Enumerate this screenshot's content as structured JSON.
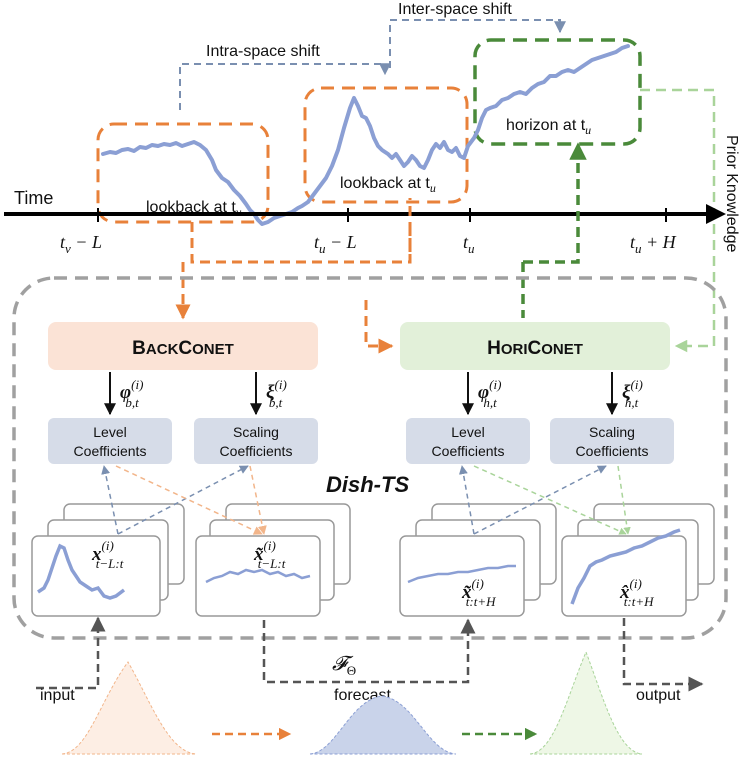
{
  "labels": {
    "time": "Time",
    "inter_shift": "Inter-space shift",
    "intra_shift": "Intra-space shift",
    "lookback_v": "lookback at t",
    "lookback_v_sub": "v",
    "lookback_u": "lookback at t",
    "lookback_u_sub": "u",
    "horizon": "horizon at t",
    "horizon_sub": "u",
    "prior": "Prior Knowledge",
    "dish": "Dish-TS",
    "input": "input",
    "forecast": "forecast",
    "output": "output",
    "f_theta": "𝓕",
    "f_theta_sub": "Θ"
  },
  "ticks": [
    {
      "main": "t",
      "sub": "v",
      "rest": " − L"
    },
    {
      "main": "t",
      "sub": "u",
      "rest": " − L"
    },
    {
      "main": "t",
      "sub": "u",
      "rest": ""
    },
    {
      "main": "t",
      "sub": "u",
      "rest": " + H"
    }
  ],
  "modules": {
    "back": {
      "big1": "B",
      "small1": "ACK",
      "big2": "C",
      "small2": "ONET"
    },
    "hori": {
      "big1": "H",
      "small1": "ORI",
      "big2": "C",
      "small2": "ONET"
    }
  },
  "coeffs": {
    "level_line1": "Level",
    "level_line2": "Coefficients",
    "scaling_line1": "Scaling",
    "scaling_line2": "Coefficients"
  },
  "greek": {
    "phi_b": {
      "sym": "φ",
      "sup": "(i)",
      "sub": "b,t"
    },
    "xi_b": {
      "sym": "ξ",
      "sup": "(i)",
      "sub": "b,t"
    },
    "phi_h": {
      "sym": "φ",
      "sup": "(i)",
      "sub": "h,t"
    },
    "xi_h": {
      "sym": "ξ",
      "sup": "(i)",
      "sub": "h,t"
    }
  },
  "series_labels": {
    "x_lookback": {
      "sym": "x",
      "sup": "(i)",
      "sub": "t−L:t"
    },
    "x_tilde_lookback": {
      "sym": "x̃",
      "sup": "(i)",
      "sub": "t−L:t"
    },
    "x_tilde_horizon": {
      "sym": "x̃",
      "sup": "(i)",
      "sub": "t:t+H"
    },
    "x_hat_horizon": {
      "sym": "x̂",
      "sup": "(i)",
      "sub": "t:t+H"
    }
  },
  "colors": {
    "series": "#8b9fd4",
    "orange": "#e8813a",
    "green": "#4a8a3a",
    "light_green": "#a9d49a",
    "steel": "#7a8fb0",
    "grey_dash": "#a0a0a0",
    "back_fill": "#fbe3d6",
    "hori_fill": "#e2f0d9",
    "coef_fill": "#d6dce8"
  }
}
